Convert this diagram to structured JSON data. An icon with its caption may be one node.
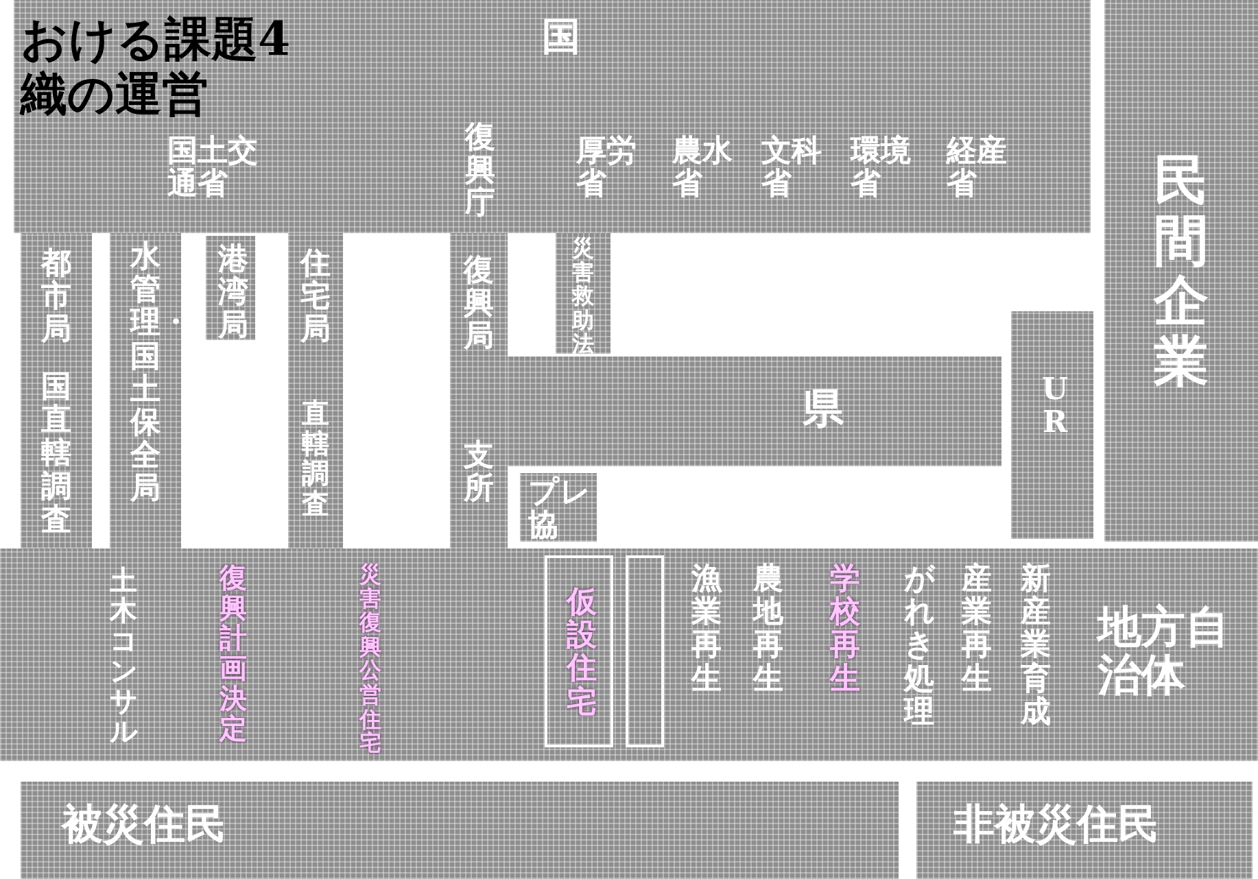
{
  "diagram": {
    "nodes": [
      {
        "text": [
          "国"
        ]
      },
      {
        "text": [
          "国土交通省"
        ],
        "in": 0
      },
      {
        "text": [
          "復興庁"
        ],
        "in": 0
      },
      {
        "text": [
          "厚労省"
        ],
        "in": 0
      },
      {
        "text": [
          "農水省"
        ],
        "in": 0
      },
      {
        "text": [
          "文科省"
        ],
        "in": 0
      },
      {
        "text": [
          "環境省"
        ],
        "in": 0
      },
      {
        "text": [
          "経産省"
        ],
        "in": 0
      },
      {
        "text": [
          "民間企業"
        ]
      },
      {
        "text": [
          "都市局",
          "国直轄調査"
        ]
      },
      {
        "text": [
          "水管理・国土保全局"
        ]
      },
      {
        "text": [
          "港湾局"
        ]
      },
      {
        "text": [
          "住宅局",
          "直轄調査"
        ]
      },
      {
        "text": [
          "復興局",
          "支所"
        ]
      },
      {
        "text": [
          "災害救助法"
        ]
      },
      {
        "text": [
          "県"
        ]
      },
      {
        "text": [
          "UR"
        ]
      },
      {
        "text": [
          "プレ協"
        ]
      },
      {
        "text": [
          "地方自治体"
        ]
      },
      {
        "text": [
          "仮設住宅"
        ],
        "in": 18
      },
      {
        "text": [],
        "shape": "box",
        "in": 18
      },
      {
        "text": [
          "漁業再生"
        ],
        "in": 18
      },
      {
        "text": [
          "農地再生"
        ],
        "in": 18
      },
      {
        "text": [
          "学校再生"
        ],
        "in": 18
      },
      {
        "text": [
          "がれき処理"
        ],
        "in": 18
      },
      {
        "text": [
          "産業再生"
        ],
        "in": 18
      },
      {
        "text": [
          "新産業育成"
        ],
        "in": 18
      },
      {
        "text": [
          "土木コンサル"
        ],
        "in": 18
      },
      {
        "text": [
          "復興計画決定"
        ],
        "in": 18
      },
      {
        "text": [
          "災害復興公営住宅"
        ],
        "in": 18
      },
      {
        "text": [
          "被災住民"
        ]
      },
      {
        "text": [
          "非被災住民"
        ]
      }
    ],
    "labels": [
      "おける課題4",
      "織の運営"
    ]
  }
}
